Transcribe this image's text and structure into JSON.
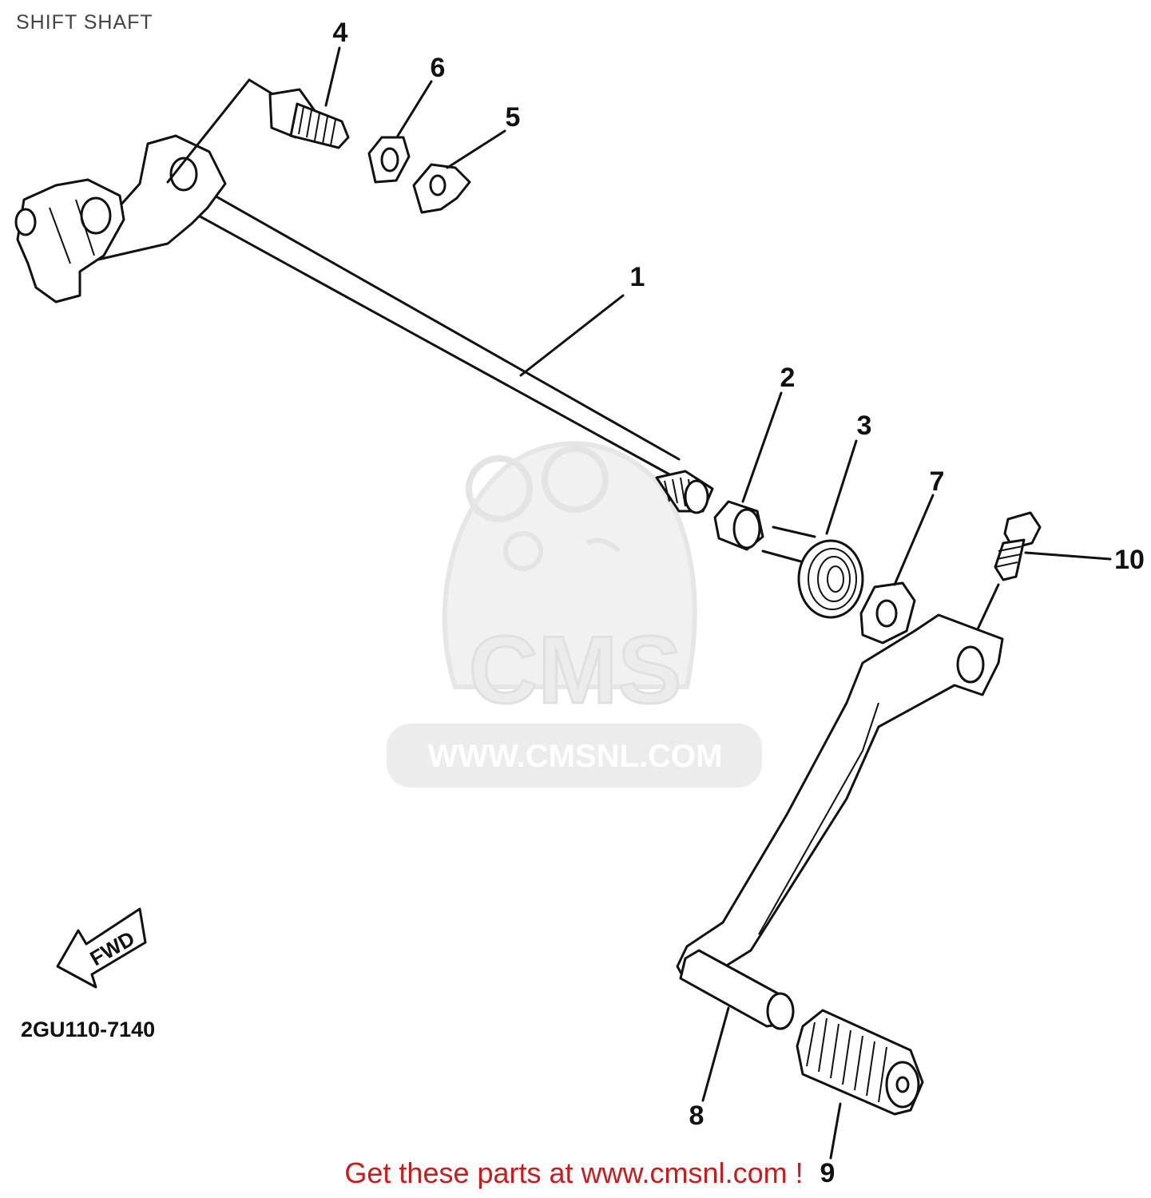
{
  "title": "SHIFT SHAFT",
  "footer": "Get these parts at www.cmsnl.com !",
  "diagram_code": "2GU110-7140",
  "fwd_label": "FWD",
  "watermark": {
    "brand": "CMS",
    "url": "WWW.CMSNL.COM",
    "color": "#e8e8e8"
  },
  "accent_color": "#cc1a1a",
  "callouts": [
    "1",
    "2",
    "3",
    "4",
    "5",
    "6",
    "7",
    "8",
    "9",
    "10"
  ]
}
